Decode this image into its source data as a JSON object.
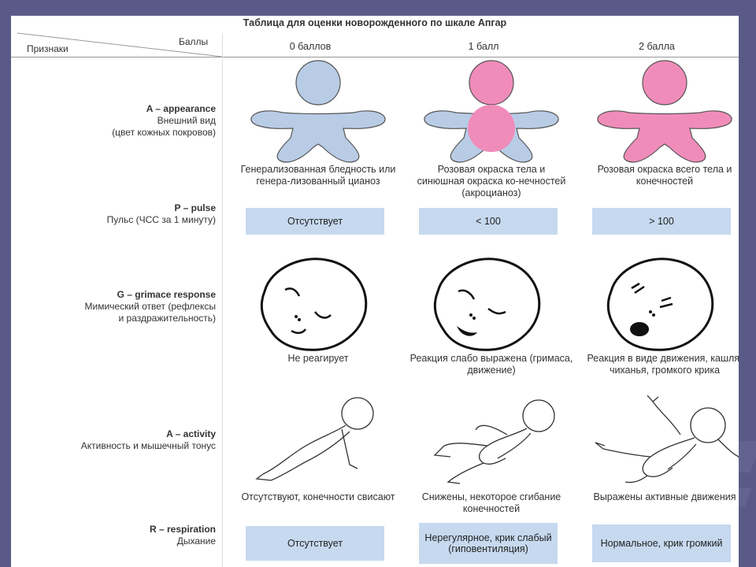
{
  "title": "Таблица для оценки новорожденного по шкале Апгар",
  "header": {
    "points_label": "Баллы",
    "signs_label": "Признаки",
    "columns": [
      "0 баллов",
      "1 балл",
      "2 балла"
    ]
  },
  "rows": {
    "appearance": {
      "en": "A – appearance",
      "ru": "Внешний вид",
      "ru2": "(цвет кожных покровов)",
      "c0": "Генерализованная бледность или генера-лизованный цианоз",
      "c1": "Розовая окраска тела и синюшная окраска ко-нечностей (акроцианоз)",
      "c2": "Розовая окраска всего тела и конечностей"
    },
    "pulse": {
      "en": "P – pulse",
      "ru": "Пульс (ЧСС за 1 минуту)",
      "c0": "Отсутствует",
      "c1": "< 100",
      "c2": "> 100"
    },
    "grimace": {
      "en": "G – grimace response",
      "ru": "Мимический ответ (рефлексы",
      "ru2": "и раздражительность)",
      "c0": "Не реагирует",
      "c1": "Реакция слабо выражена (гримаса, движение)",
      "c2": "Реакция в виде движения, кашля, чиханья, громкого крика"
    },
    "activity": {
      "en": "A – activity",
      "ru": "Активность и мышечный тонус",
      "c0": "Отсутствуют, конечности свисают",
      "c1": "Снижены, некоторое сгибание конечностей",
      "c2": "Выражены активные движения"
    },
    "respiration": {
      "en": "R – respiration",
      "ru": "Дыхание",
      "c0": "Отсутствует",
      "c1": "Нерегулярное, крик слабый (гиповентиляция)",
      "c2": "Нормальное, крик громкий"
    }
  },
  "colors": {
    "pale_blue": "#b8cce6",
    "pink": "#f08cba",
    "box": "#c6d9ef",
    "background": "#5a5a88"
  }
}
